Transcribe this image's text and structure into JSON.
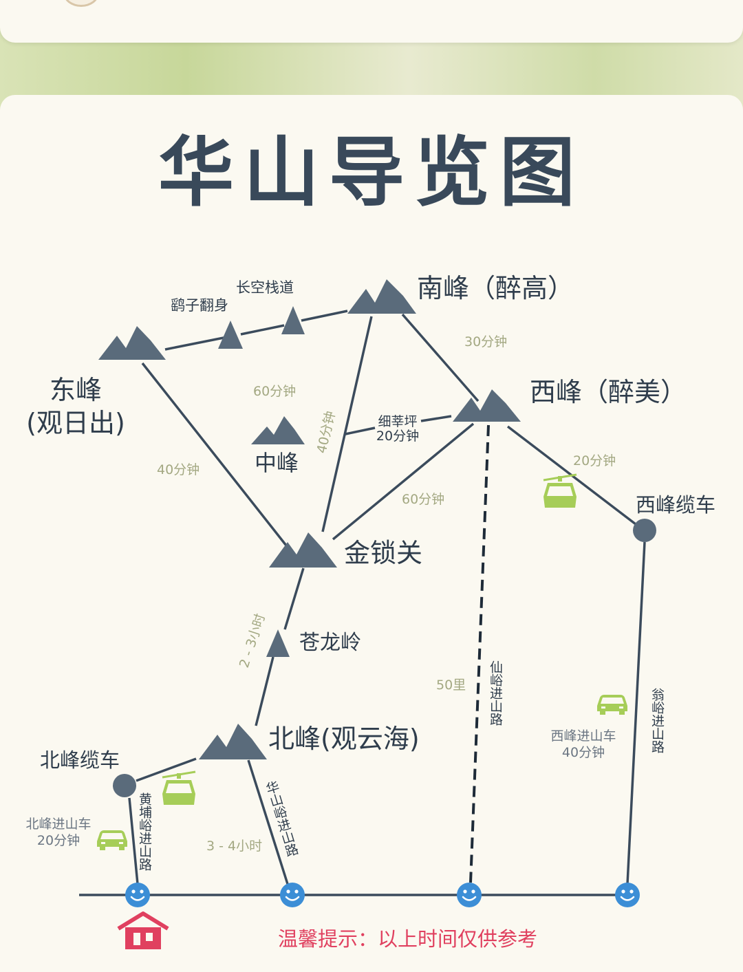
{
  "title": "华山导览图",
  "colors": {
    "route": "#3b4b5c",
    "mountain": "#5a6b7b",
    "time_label": "#a3a882",
    "text": "#2f3d4c",
    "cable_car_icon": "#a6cd58",
    "smiley": "#3c8ed6",
    "home_icon": "#e0405f",
    "tip": "#e0405f"
  },
  "peaks": {
    "south": "南峰（醉高）",
    "west": "西峰（醉美）",
    "east_line1": "东峰",
    "east_line2": "(观日出)",
    "middle": "中峰",
    "jinsuo": "金锁关",
    "canglong": "苍龙岭",
    "north": "北峰(观云海)"
  },
  "places": {
    "changkong": "长空栈道",
    "yaozi": "鹞子翻身",
    "xihuaping_line1": "细莘坪",
    "xihuaping_line2": "20分钟",
    "west_cable": "西峰缆车",
    "north_cable": "北峰缆车"
  },
  "times": {
    "south_west": "30分钟",
    "east_south": "60分钟",
    "middle_jinsuo": "40分钟",
    "east_jinsuo": "40分钟",
    "west_jinsuo": "60分钟",
    "west_cable": "20分钟",
    "jinsuo_north": "2 - 3小时",
    "north_foot": "3 - 4小时",
    "xianyu_distance": "50里"
  },
  "roads": {
    "xianyu": "仙峪进山路",
    "wengyu": "翁峪进山路",
    "huashan": "华山峪进山路",
    "huangfu": "黄埔峪进山路"
  },
  "buses": {
    "west_line1": "西峰进山车",
    "west_line2": "40分钟",
    "north_line1": "北峰进山车",
    "north_line2": "20分钟"
  },
  "icons": {
    "mountain": "mountain-icon",
    "cable_car": "cable-car-icon",
    "car": "car-icon",
    "smiley": "smiley-face-icon",
    "home": "home-icon",
    "station": "station-dot-icon"
  },
  "tip": "温馨提示：以上时间仅供参考"
}
